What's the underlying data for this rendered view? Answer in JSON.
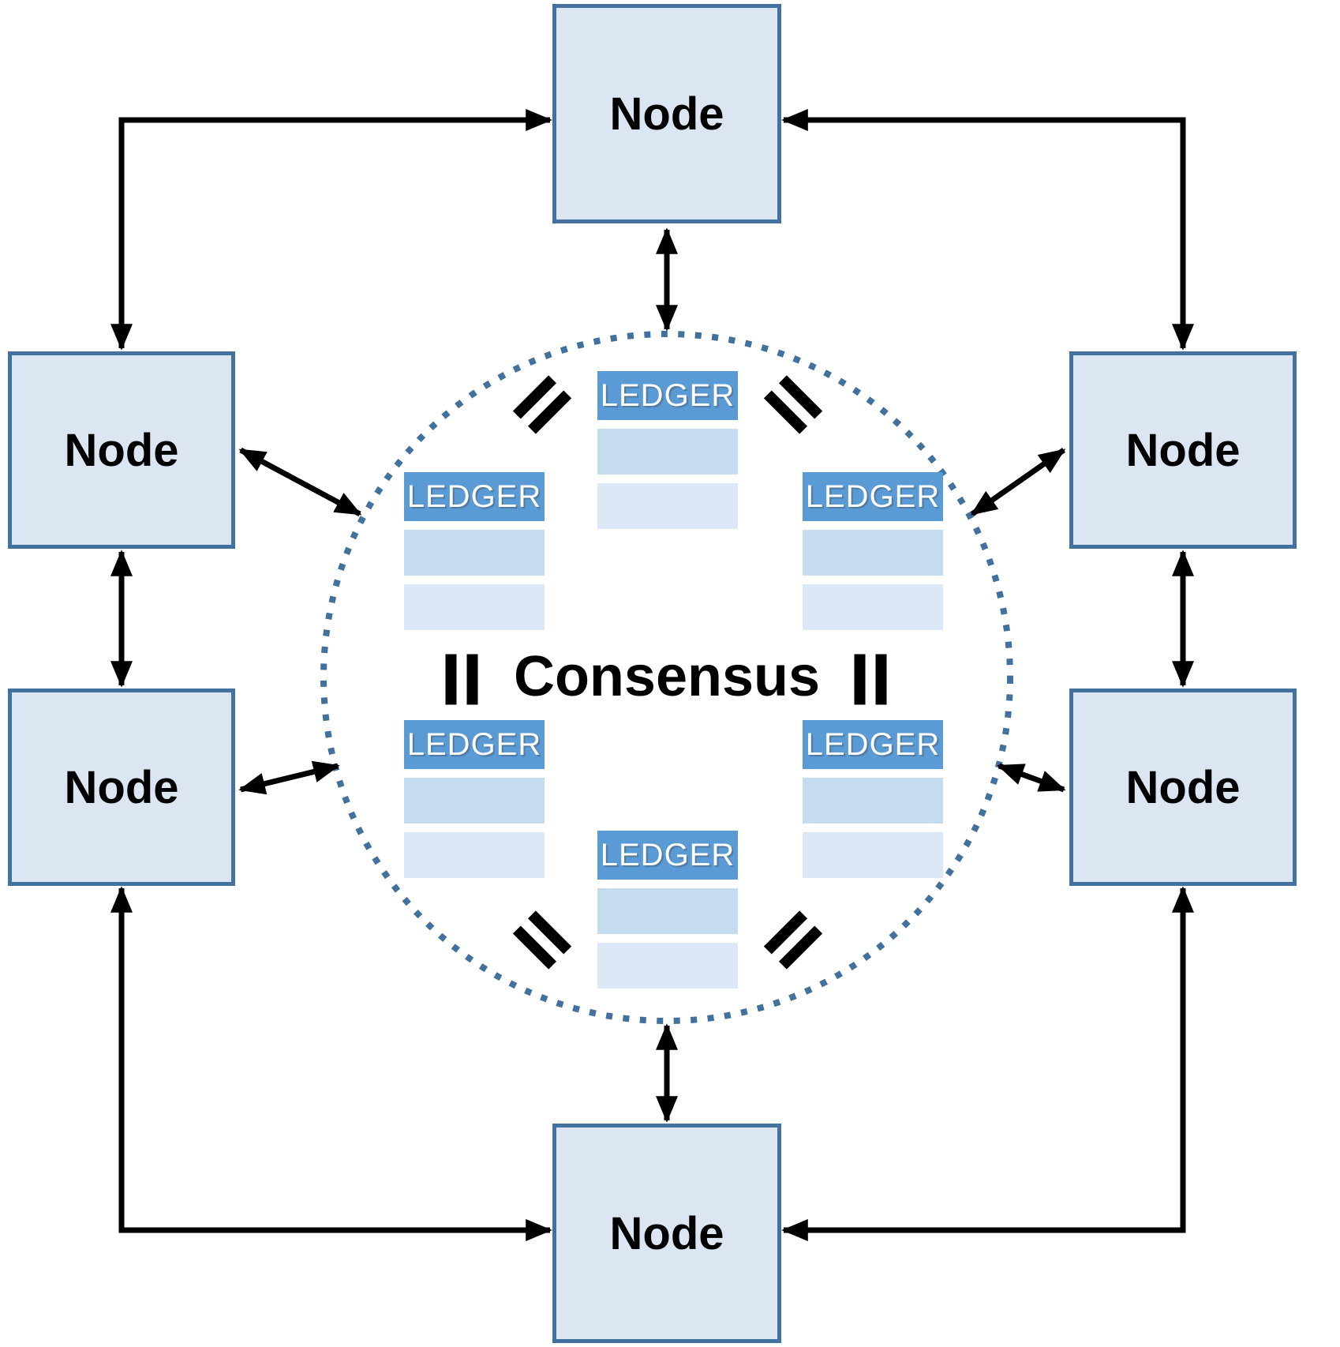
{
  "diagram": {
    "consensus_label": "Consensus",
    "nodes": [
      {
        "id": "top-center",
        "label": "Node"
      },
      {
        "id": "upper-left",
        "label": "Node"
      },
      {
        "id": "lower-left",
        "label": "Node"
      },
      {
        "id": "upper-right",
        "label": "Node"
      },
      {
        "id": "lower-right",
        "label": "Node"
      },
      {
        "id": "bottom-center",
        "label": "Node"
      }
    ],
    "ledgers": [
      {
        "id": "top-center",
        "label": "LEDGER",
        "rows": 2
      },
      {
        "id": "middle-left",
        "label": "LEDGER",
        "rows": 2
      },
      {
        "id": "middle-right",
        "label": "LEDGER",
        "rows": 2
      },
      {
        "id": "lower-left",
        "label": "LEDGER",
        "rows": 2
      },
      {
        "id": "lower-right",
        "label": "LEDGER",
        "rows": 2
      },
      {
        "id": "bottom-center",
        "label": "LEDGER",
        "rows": 2
      }
    ],
    "marks": {
      "glyph": "equals-sign",
      "positions": [
        "upper-left",
        "upper-right",
        "middle-left",
        "middle-right",
        "lower-left",
        "lower-right"
      ]
    },
    "connectors": {
      "style": "double-headed-arrows",
      "corner_elbows": 4,
      "straight_links": 8
    }
  },
  "colors": {
    "node_fill": "#dce6f2",
    "node_border": "#44729f",
    "ledger_header": "#5b9bd5",
    "ledger_row1": "#c5dbef",
    "ledger_row2": "#dce8f5",
    "circle_dot": "#41719c",
    "arrow_color": "#000000",
    "mark_color": "#000000",
    "text_color": "#000000"
  }
}
